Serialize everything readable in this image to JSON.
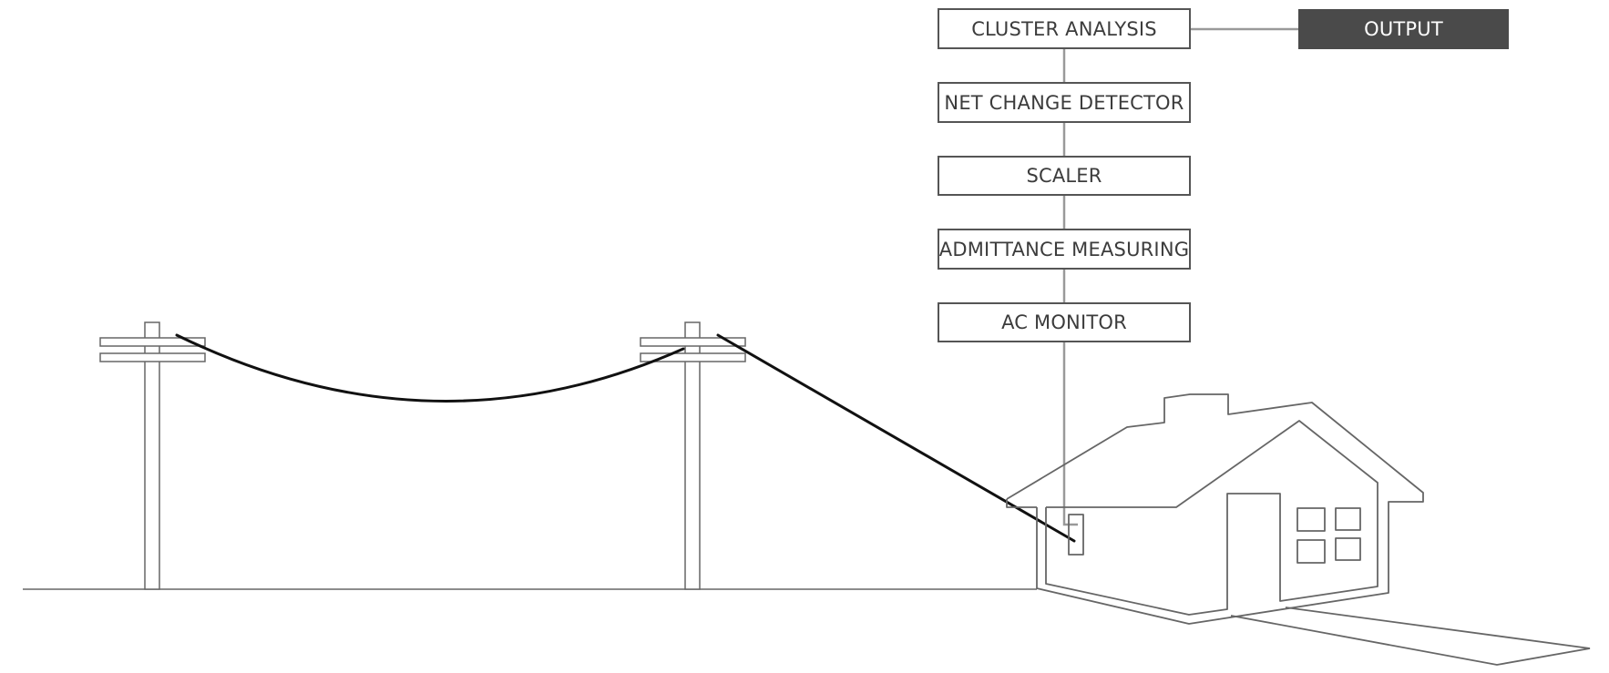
{
  "pipeline": {
    "stages": [
      {
        "label": "CLUSTER ANALYSIS"
      },
      {
        "label": "NET CHANGE DETECTOR"
      },
      {
        "label": "SCALER"
      },
      {
        "label": "ADMITTANCE MEASURING"
      },
      {
        "label": "AC MONITOR"
      }
    ],
    "output_label": "OUTPUT"
  },
  "colors": {
    "stage_border": "#555555",
    "stage_text": "#3c3c3c",
    "output_fill": "#4a4a4a",
    "output_text": "#ffffff",
    "connector": "#999999",
    "drawing_stroke": "#666666",
    "power_line": "#111111"
  }
}
